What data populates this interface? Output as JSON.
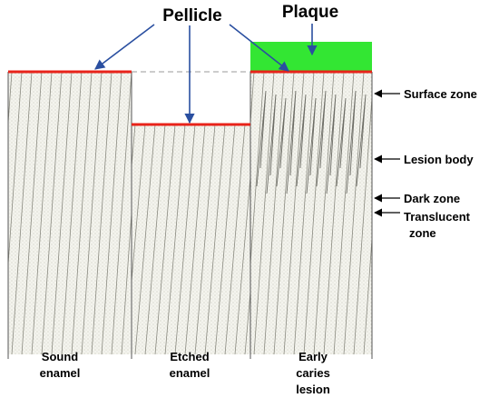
{
  "title_labels": {
    "pellicle": "Pellicle",
    "plaque": "Plaque"
  },
  "side_labels": {
    "surface_zone": "Surface zone",
    "lesion_body": "Lesion body",
    "dark_zone": "Dark zone",
    "translucent_line1": "Translucent",
    "translucent_line2": "zone"
  },
  "bottom_labels": {
    "sound_line1": "Sound",
    "sound_line2": "enamel",
    "etched_line1": "Etched",
    "etched_line2": "enamel",
    "caries_line1": "Early",
    "caries_line2": "caries",
    "caries_line3": "lesion"
  },
  "colors": {
    "pellicle": "#e8231a",
    "plaque": "#33e633",
    "pointer_arrow": "#2a4fa0",
    "enamel_fill": "#f3f3ec",
    "prism_line": "#8a8a80",
    "outline": "#555555"
  }
}
